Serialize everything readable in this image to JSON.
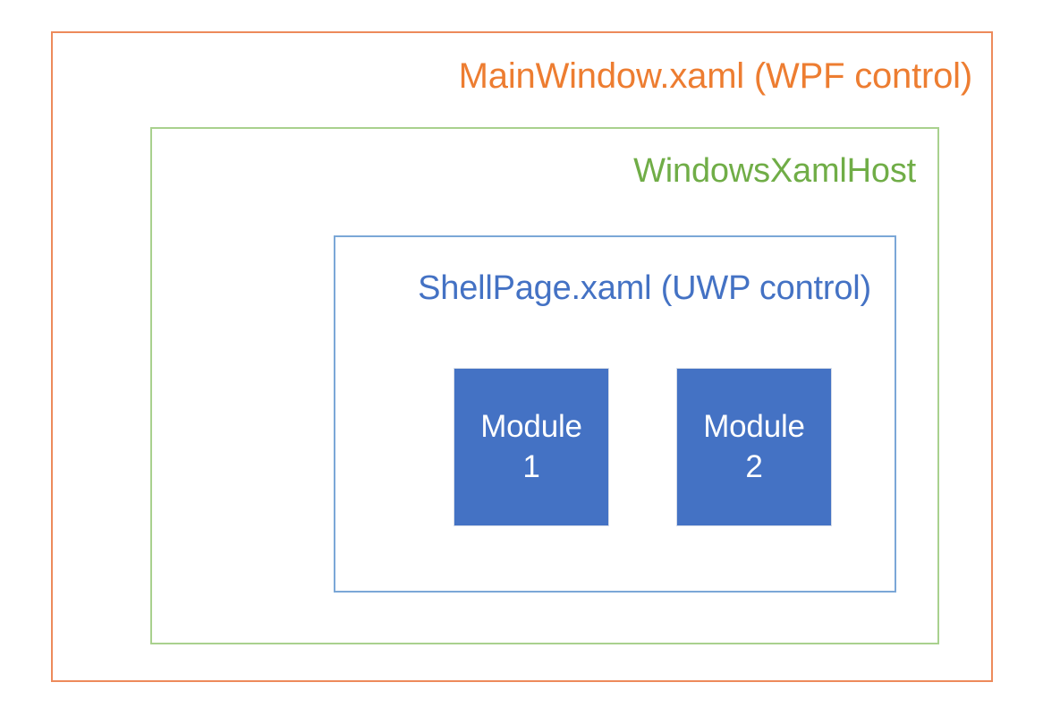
{
  "diagram": {
    "type": "nested-containment-diagram",
    "background_color": "#FFFFFF",
    "outer": {
      "label": "MainWindow.xaml (WPF control)",
      "text_color": "#ED7D31",
      "border_color": "#ED8A5B"
    },
    "middle": {
      "label": "WindowsXamlHost",
      "text_color": "#70AD47",
      "border_color": "#A9D18E"
    },
    "inner": {
      "label": "ShellPage.xaml (UWP control)",
      "text_color": "#4472C4",
      "border_color": "#7BA7D7"
    },
    "modules": [
      {
        "line1": "Module",
        "line2": "1",
        "fill_color": "#4472C4",
        "text_color": "#FFFFFF"
      },
      {
        "line1": "Module",
        "line2": "2",
        "fill_color": "#4472C4",
        "text_color": "#FFFFFF"
      }
    ]
  }
}
